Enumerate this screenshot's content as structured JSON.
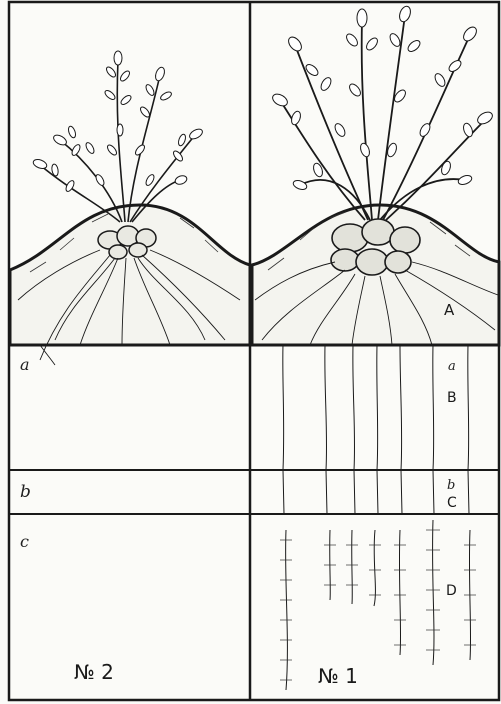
{
  "panels": {
    "left": {
      "caption": "№ 2"
    },
    "right": {
      "caption": "№ 1"
    }
  },
  "layer_labels": {
    "left": [
      "a",
      "b",
      "c"
    ],
    "right": [
      "a",
      "b"
    ]
  },
  "zone_labels": [
    "A",
    "B",
    "C",
    "D"
  ],
  "colors": {
    "ink": "#1a1a1a",
    "paper": "#fbfbf8"
  }
}
